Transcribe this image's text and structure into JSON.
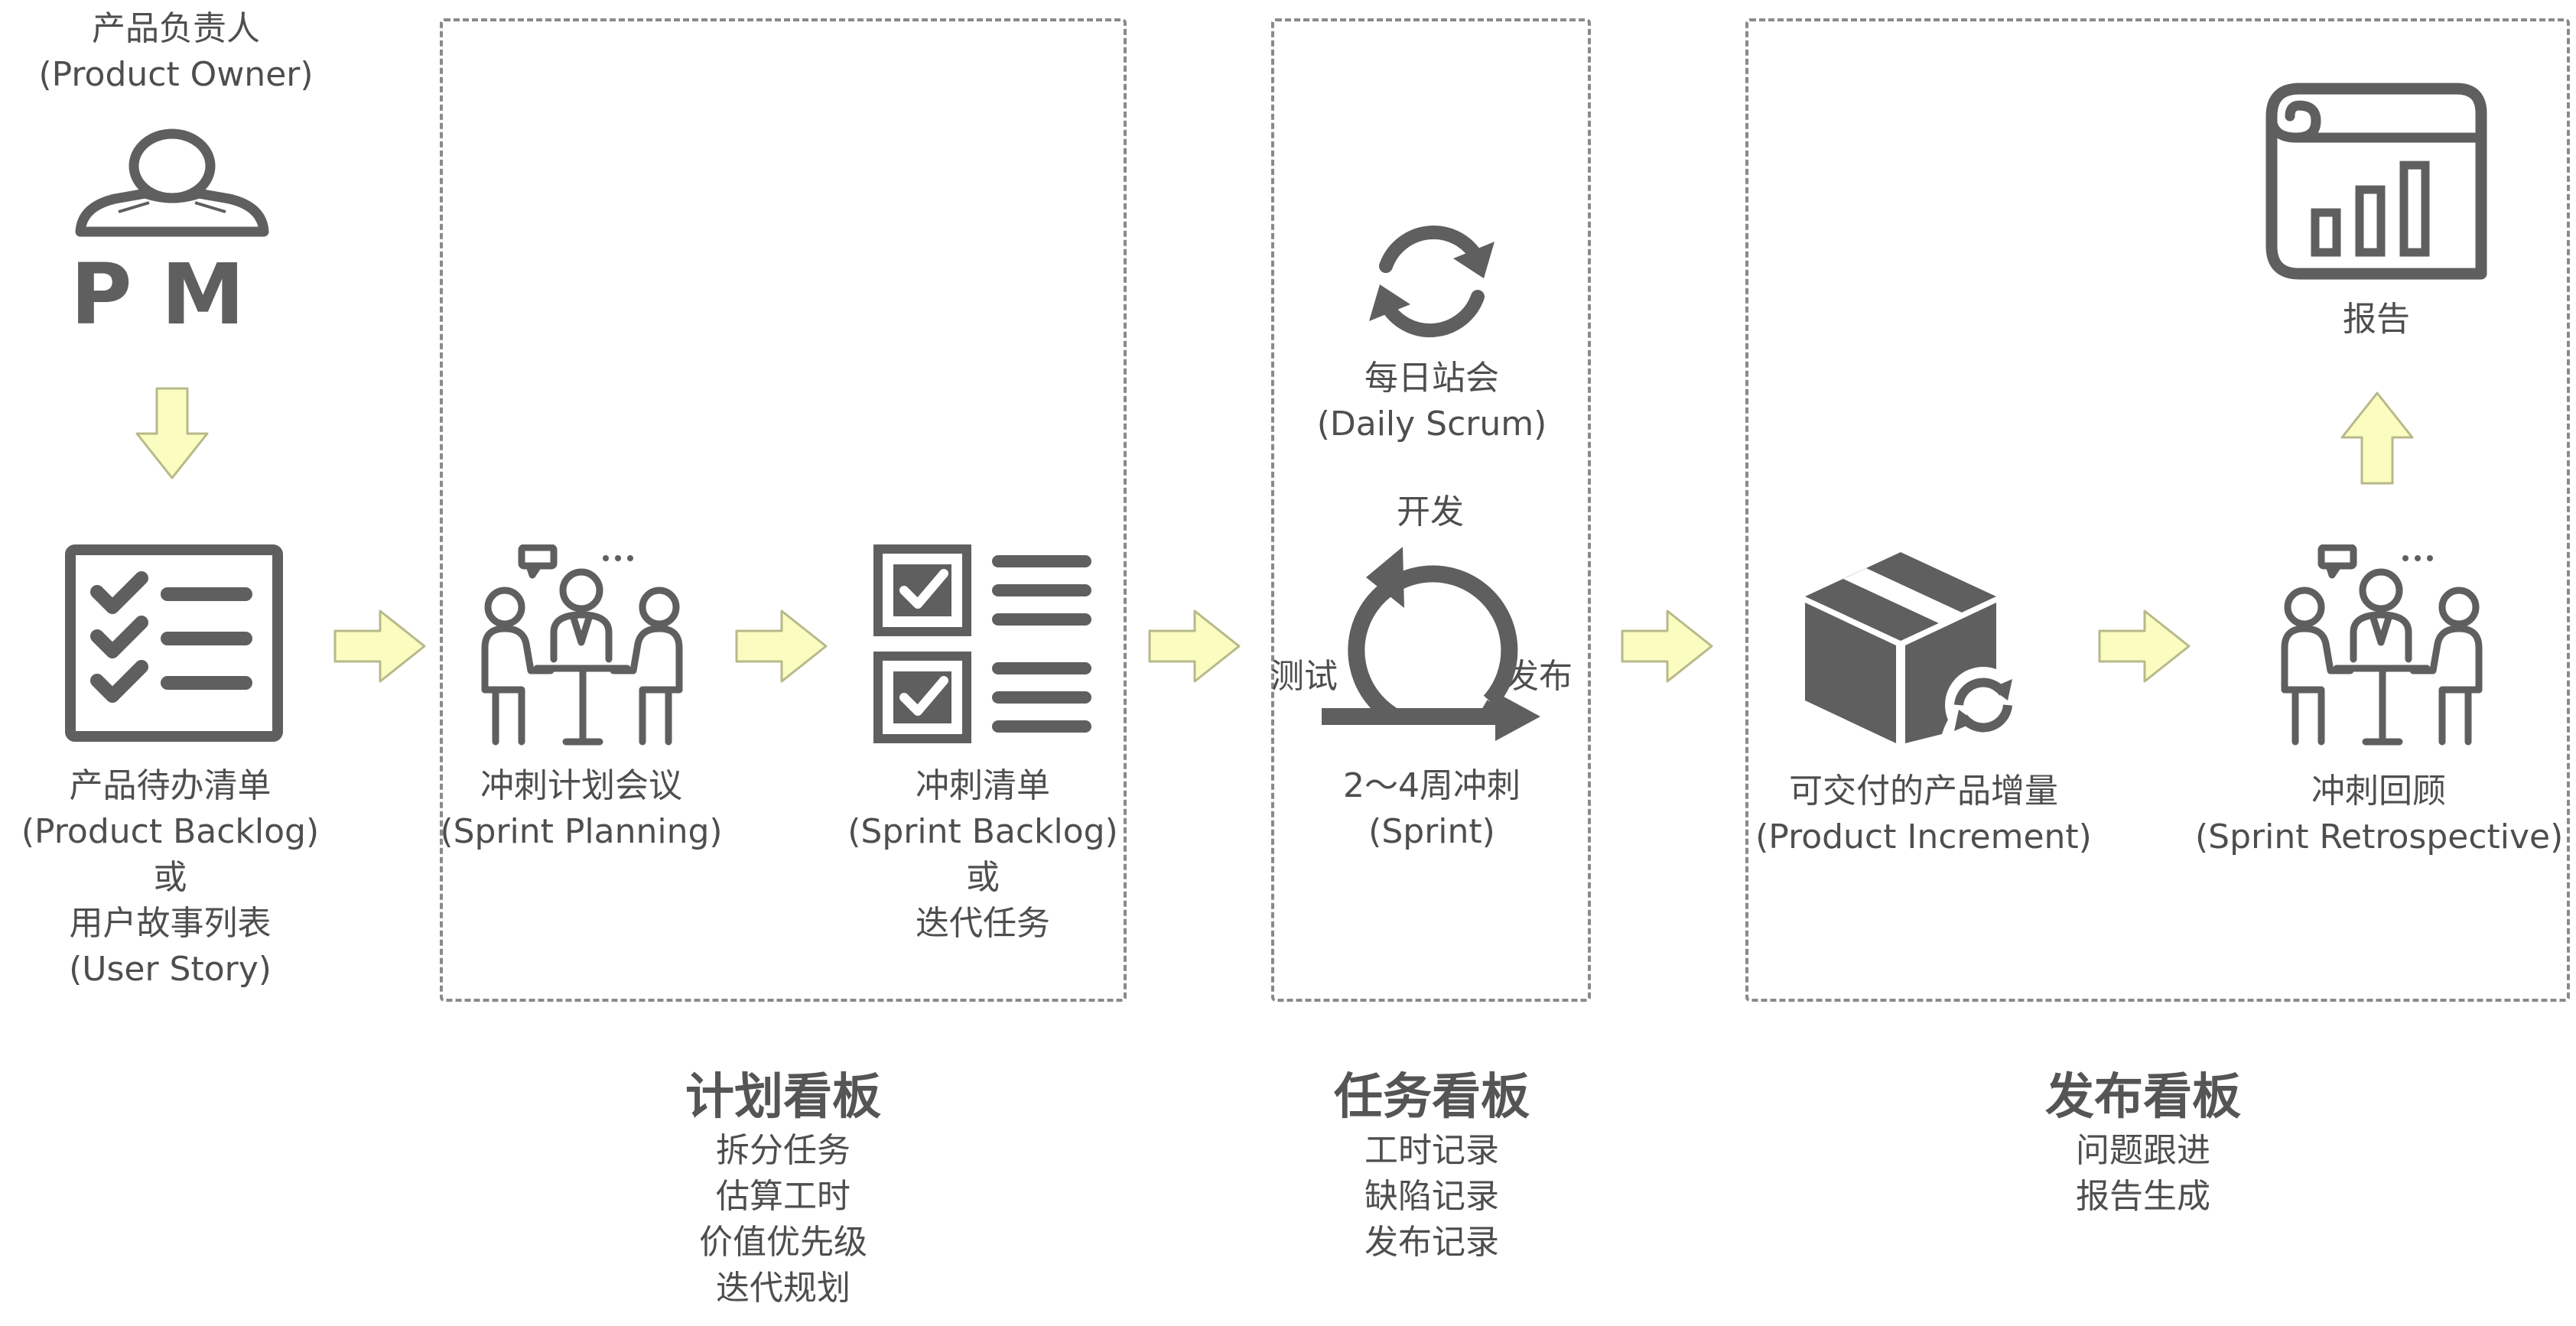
{
  "product_owner": {
    "line1": "产品负责人",
    "line2": "(Product Owner)",
    "badge": "PM"
  },
  "product_backlog": {
    "line1": "产品待办清单",
    "line2": "(Product Backlog)",
    "line3": "或",
    "line4": "用户故事列表",
    "line5": "(User Story)"
  },
  "sprint_planning": {
    "line1": "冲刺计划会议",
    "line2": "(Sprint Planning)"
  },
  "sprint_backlog": {
    "line1": "冲刺清单",
    "line2": "(Sprint Backlog)",
    "line3": "或",
    "line4": "迭代任务"
  },
  "daily_scrum": {
    "line1": "每日站会",
    "line2": "(Daily Scrum)"
  },
  "sprint_cycle": {
    "develop": "开发",
    "test": "测试",
    "release": "发布",
    "line1": "2～4周冲刺",
    "line2": "(Sprint)"
  },
  "increment": {
    "line1": "可交付的产品增量",
    "line2": "(Product Increment)"
  },
  "retrospective": {
    "line1": "冲刺回顾",
    "line2": "(Sprint Retrospective)"
  },
  "report": {
    "label": "报告"
  },
  "boards": [
    {
      "title": "计划看板",
      "items": [
        "拆分任务",
        "估算工时",
        "价值优先级",
        "迭代规划"
      ]
    },
    {
      "title": "任务看板",
      "items": [
        "工时记录",
        "缺陷记录",
        "发布记录"
      ]
    },
    {
      "title": "发布看板",
      "items": [
        "问题跟进",
        "报告生成"
      ]
    }
  ],
  "colors": {
    "icon": "#5f5f5f",
    "arrow_fill": "#fafcc0",
    "arrow_stroke": "#b8b98a",
    "dash": "#8a8a8a"
  }
}
